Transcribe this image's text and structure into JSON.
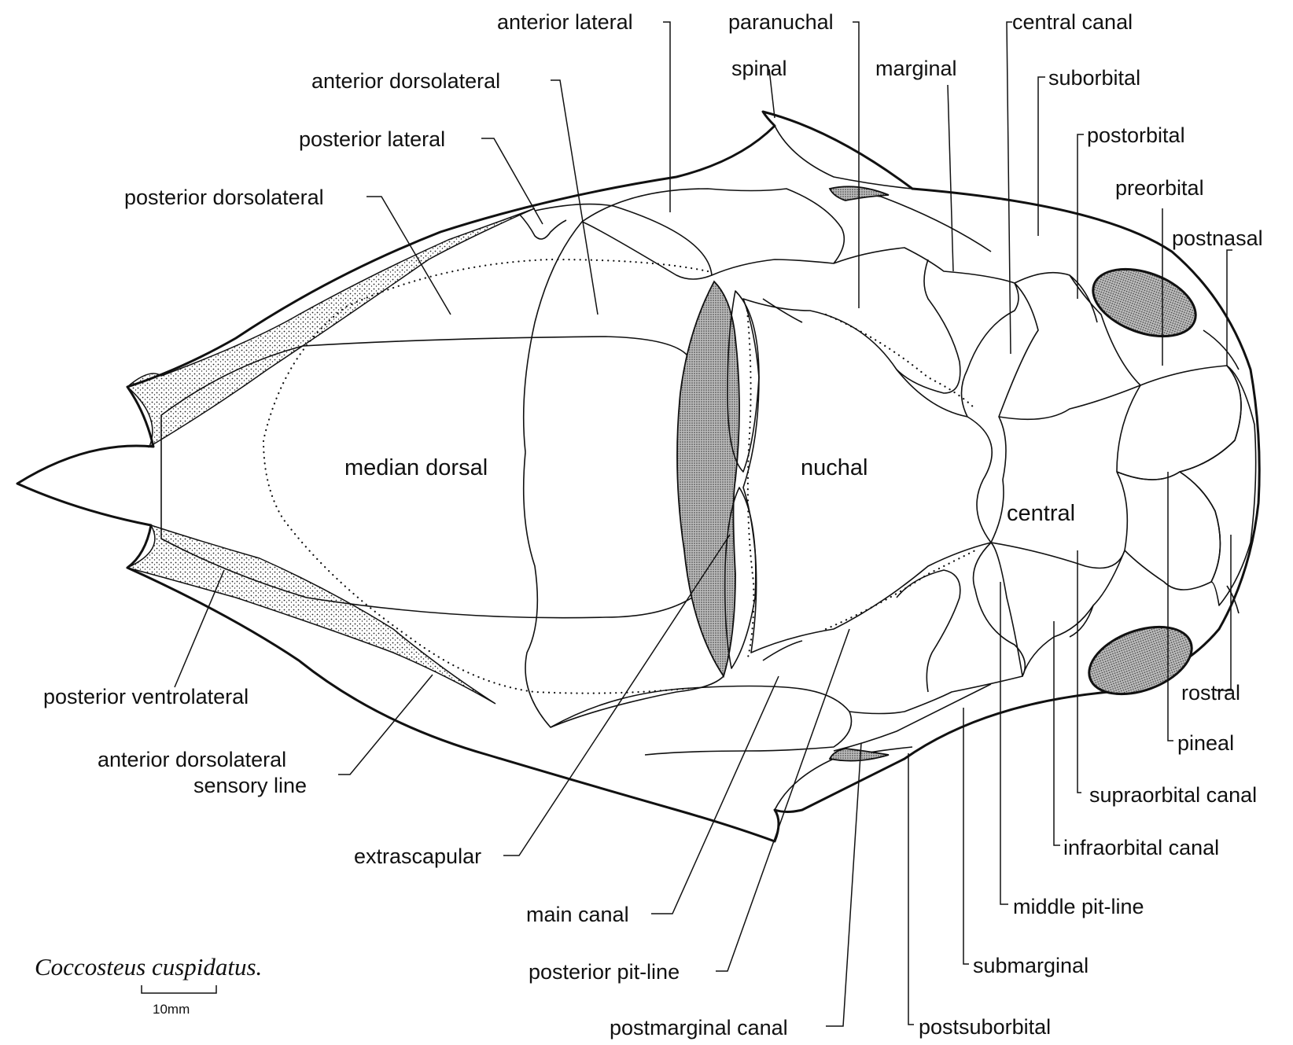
{
  "caption": {
    "species": "Coccosteus cuspidatus.",
    "scale_bar": "10mm"
  },
  "plate_labels": {
    "median_dorsal": "median dorsal",
    "nuchal": "nuchal",
    "central": "central"
  },
  "callouts": [
    {
      "key": "anterior-lateral",
      "text": "anterior lateral"
    },
    {
      "key": "paranuchal",
      "text": "paranuchal"
    },
    {
      "key": "central-canal",
      "text": "central canal"
    },
    {
      "key": "spinal",
      "text": "spinal"
    },
    {
      "key": "marginal",
      "text": "marginal"
    },
    {
      "key": "suborbital",
      "text": "suborbital"
    },
    {
      "key": "anterior-dorsolateral",
      "text": "anterior dorsolateral"
    },
    {
      "key": "postorbital",
      "text": "postorbital"
    },
    {
      "key": "posterior-lateral",
      "text": "posterior lateral"
    },
    {
      "key": "preorbital",
      "text": "preorbital"
    },
    {
      "key": "posterior-dorsolateral",
      "text": "posterior dorsolateral"
    },
    {
      "key": "postnasal",
      "text": "postnasal"
    },
    {
      "key": "posterior-ventrolateral",
      "text": "posterior ventrolateral"
    },
    {
      "key": "adl-sensory-line-1",
      "text": "anterior dorsolateral"
    },
    {
      "key": "adl-sensory-line-2",
      "text": "sensory line"
    },
    {
      "key": "extrascapular",
      "text": "extrascapular"
    },
    {
      "key": "main-canal",
      "text": "main canal"
    },
    {
      "key": "posterior-pit-line",
      "text": "posterior pit-line"
    },
    {
      "key": "postmarginal-canal",
      "text": "postmarginal canal"
    },
    {
      "key": "rostral",
      "text": "rostral"
    },
    {
      "key": "pineal",
      "text": "pineal"
    },
    {
      "key": "supraorbital-canal",
      "text": "supraorbital canal"
    },
    {
      "key": "infraorbital-canal",
      "text": "infraorbital canal"
    },
    {
      "key": "middle-pit-line",
      "text": "middle pit-line"
    },
    {
      "key": "submarginal",
      "text": "submarginal"
    },
    {
      "key": "postsuborbital",
      "text": "postsuborbital"
    }
  ]
}
